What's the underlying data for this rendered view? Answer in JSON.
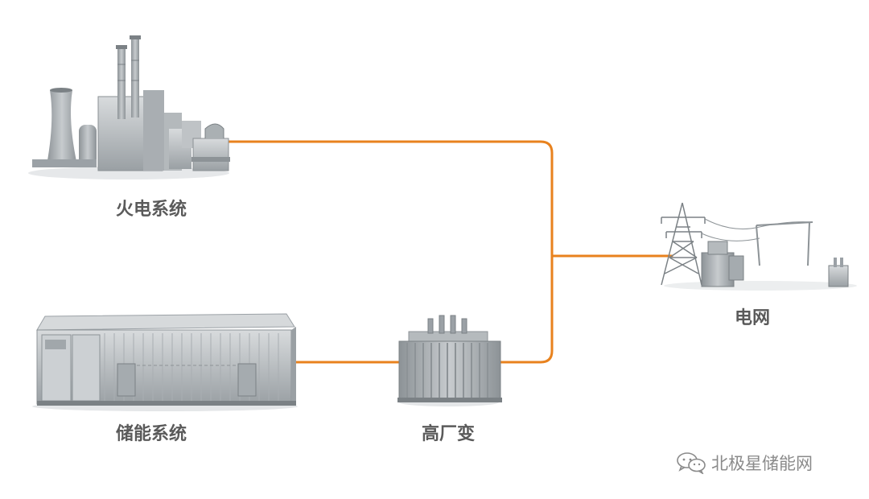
{
  "labels": {
    "thermal": "火电系统",
    "storage": "储能系统",
    "transformer": "高厂变",
    "grid": "电网"
  },
  "watermark": {
    "text": "北极星储能网",
    "icon": "wechat-icon"
  },
  "colors": {
    "connector": "#e8821e",
    "equipment": "#9ba1a6",
    "equipment_dark": "#7b8185",
    "equipment_light": "#c9cdd0",
    "label_text": "#5a5a5a"
  },
  "icons": {
    "thermal": "thermal-power-plant-icon",
    "storage": "battery-container-icon",
    "transformer": "transformer-icon",
    "grid": "power-grid-icon"
  }
}
